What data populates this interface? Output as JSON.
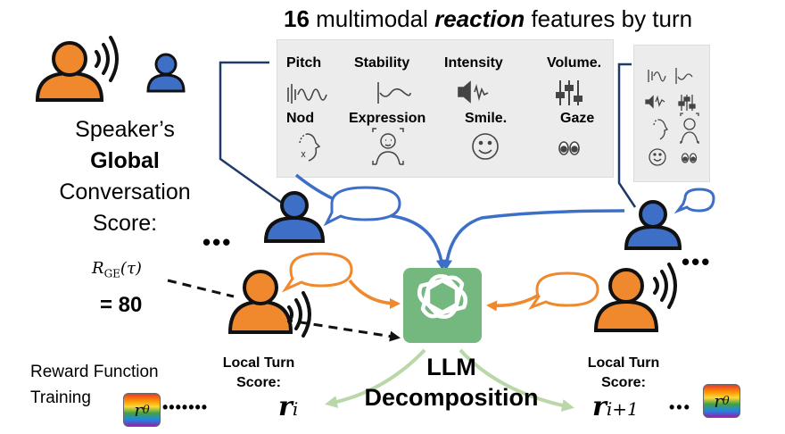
{
  "title": {
    "count": "16",
    "pre": " multimodal ",
    "emph": "reaction",
    "post": " features by turn"
  },
  "features": [
    {
      "label": "Pitch",
      "icon": "pitch-waveform-icon"
    },
    {
      "label": "Stability",
      "icon": "stability-wave-icon"
    },
    {
      "label": "Intensity",
      "icon": "intensity-speaker-icon"
    },
    {
      "label": "Volume.",
      "icon": "volume-sliders-icon"
    },
    {
      "label": "Nod",
      "icon": "nod-head-icon"
    },
    {
      "label": "Expression",
      "icon": "expression-face-scan-icon"
    },
    {
      "label": "Smile.",
      "icon": "smile-face-icon"
    },
    {
      "label": "Gaze",
      "icon": "gaze-eyes-icon"
    }
  ],
  "speaker": {
    "line1": "Speaker’s",
    "line2": "Global",
    "line3": "Conversation",
    "line4": "Score:",
    "formula_main": "R",
    "formula_sub": "GE",
    "formula_arg": "(τ)",
    "score": "= 80"
  },
  "local_left": {
    "line1": "Local Turn",
    "line2": "Score:",
    "r": "r",
    "sub": "i"
  },
  "local_right": {
    "line1": "Local Turn",
    "line2": "Score:",
    "r": "r",
    "sub": "i+1"
  },
  "llm": {
    "line1": "LLM",
    "line2": "Decomposition"
  },
  "reward": {
    "line1": "Reward Function",
    "line2": "Training",
    "theta_r": "r",
    "theta_sub": "θ"
  },
  "ellipsis": "•••",
  "dotted_run": "•••••••",
  "colors": {
    "speaker": "#f0892d",
    "listener": "#3d6fc7",
    "llm": "#74b77f",
    "arrow_light": "#b9d7a8"
  }
}
